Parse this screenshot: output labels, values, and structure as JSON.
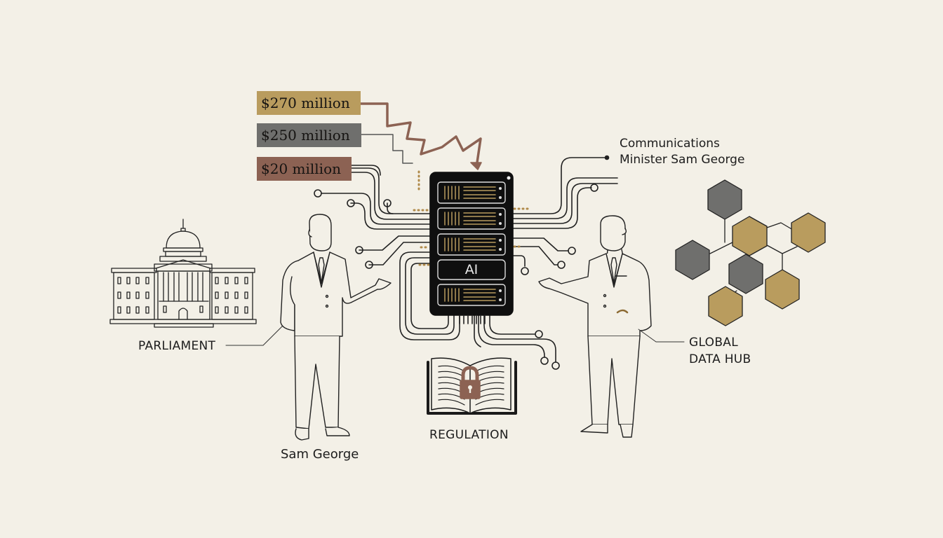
{
  "funding": {
    "items": [
      {
        "label": "$270 million",
        "color": "#b99c5e"
      },
      {
        "label": "$250 million",
        "color": "#6f6f6d"
      },
      {
        "label": "$20 million",
        "color": "#8c6253"
      }
    ],
    "trend_arrow_color": "#8c6253"
  },
  "server": {
    "center_label": "AI",
    "rack_count": 5,
    "accent_color": "#b99c5e"
  },
  "labels": {
    "minister": "Communications\nMinister Sam George",
    "minister_line1": "Communications",
    "minister_line2": "Minister Sam George",
    "parliament": "PARLIAMENT",
    "regulation": "REGULATION",
    "data_hub_line1": "GLOBAL",
    "data_hub_line2": "DATA HUB",
    "person_left": "Sam George"
  },
  "hexagons": {
    "gold": "#b99c5e",
    "gray": "#6f6f6d"
  },
  "colors": {
    "background": "#f3f0e7",
    "ink": "#1c1c1c",
    "lock": "#8c6253"
  }
}
